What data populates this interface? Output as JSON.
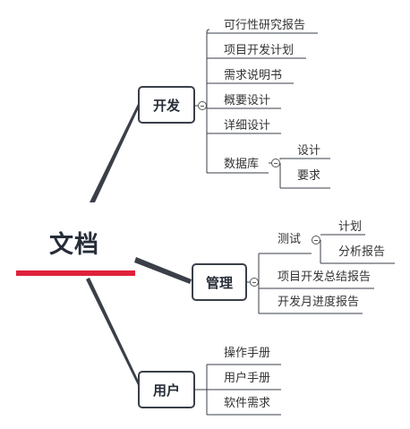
{
  "root": {
    "label": "文档"
  },
  "branches": {
    "dev": {
      "label": "开发",
      "items": [
        "可行性研究报告",
        "项目开发计划",
        "需求说明书",
        "概要设计",
        "详细设计"
      ],
      "db": {
        "label": "数据库",
        "items": [
          "设计",
          "要求"
        ]
      }
    },
    "mgmt": {
      "label": "管理",
      "test": {
        "label": "测试",
        "items": [
          "计划",
          "分析报告"
        ]
      },
      "items": [
        "项目开发总结报告",
        "开发月进度报告"
      ]
    },
    "user": {
      "label": "用户",
      "items": [
        "操作手册",
        "用户手册",
        "软件需求"
      ]
    }
  },
  "colors": {
    "accent": "#e0213b",
    "line": "#3a3f48",
    "text": "#333333"
  }
}
